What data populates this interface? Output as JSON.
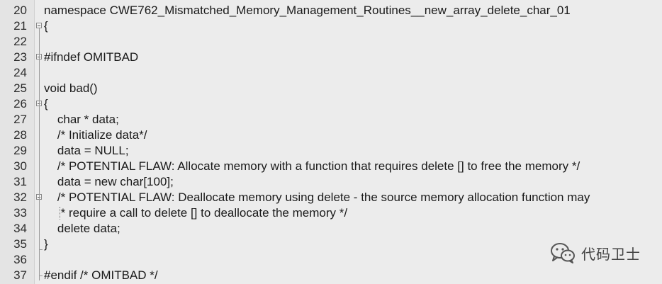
{
  "editor": {
    "lines": [
      {
        "num": "20",
        "code": "namespace CWE762_Mismatched_Memory_Management_Routines__new_array_delete_char_01"
      },
      {
        "num": "21",
        "code": "{"
      },
      {
        "num": "22",
        "code": ""
      },
      {
        "num": "23",
        "code": "#ifndef OMITBAD"
      },
      {
        "num": "24",
        "code": ""
      },
      {
        "num": "25",
        "code": "void bad()"
      },
      {
        "num": "26",
        "code": "{"
      },
      {
        "num": "27",
        "code": "    char * data;"
      },
      {
        "num": "28",
        "code": "    /* Initialize data*/"
      },
      {
        "num": "29",
        "code": "    data = NULL;"
      },
      {
        "num": "30",
        "code": "    /* POTENTIAL FLAW: Allocate memory with a function that requires delete [] to free the memory */"
      },
      {
        "num": "31",
        "code": "    data = new char[100];"
      },
      {
        "num": "32",
        "code": "    /* POTENTIAL FLAW: Deallocate memory using delete - the source memory allocation function may"
      },
      {
        "num": "33",
        "code": "     * require a call to delete [] to deallocate the memory */"
      },
      {
        "num": "34",
        "code": "    delete data;"
      },
      {
        "num": "35",
        "code": "}"
      },
      {
        "num": "36",
        "code": ""
      },
      {
        "num": "37",
        "code": "#endif /* OMITBAD */"
      }
    ]
  },
  "watermark": {
    "text": "代码卫士",
    "icon": "wechat-icon"
  }
}
